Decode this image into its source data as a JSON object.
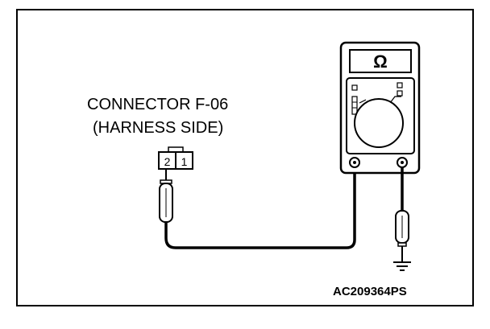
{
  "connector": {
    "name": "CONNECTOR F-06",
    "side": "(HARNESS SIDE)",
    "pin_left": "2",
    "pin_right": "1"
  },
  "meter": {
    "unit_symbol": "Ω"
  },
  "figure_code": "AC209364PS"
}
